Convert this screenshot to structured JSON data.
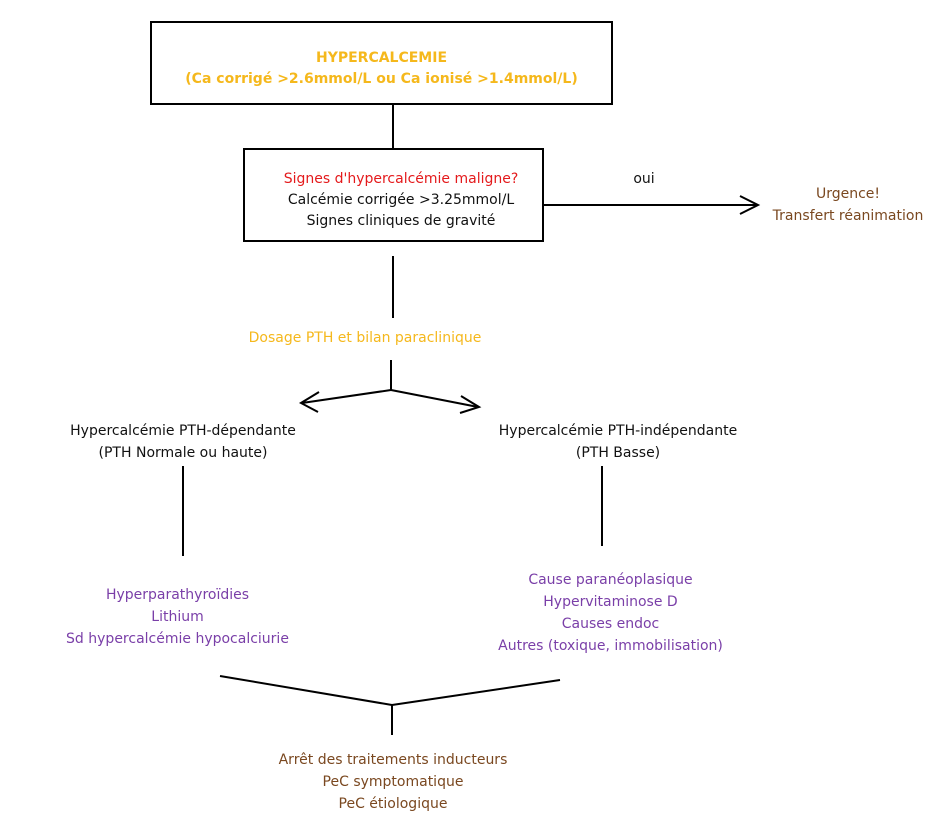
{
  "colors": {
    "heading": "#f5b81c",
    "warning": "#e41a1c",
    "text": "#111111",
    "action": "#7a4820",
    "causes": "#7a3fa8",
    "lines": "#000000"
  },
  "top_box": {
    "title": "HYPERCALCEMIE",
    "subtitle": "(Ca corrigé >2.6mmol/L ou Ca ionisé >1.4mmol/L)"
  },
  "severity_box": {
    "question": "Signes d'hypercalcémie maligne?",
    "criterion_1": "Calcémie corrigée >3.25mmol/L",
    "criterion_2": "Signes cliniques de gravité"
  },
  "yes_branch": {
    "label": "oui",
    "line_1": "Urgence!",
    "line_2": "Transfert réanimation"
  },
  "workup": "Dosage PTH et bilan paraclinique",
  "pth_dependent": {
    "title": "Hypercalcémie PTH-dépendante",
    "detail": "(PTH Normale ou haute)",
    "causes": [
      "Hyperparathyroïdies",
      "Lithium",
      "Sd hypercalcémie hypocalciurie"
    ]
  },
  "pth_independent": {
    "title": "Hypercalcémie PTH-indépendante",
    "detail": "(PTH Basse)",
    "causes": [
      "Cause paranéoplasique",
      "Hypervitaminose D",
      "Causes endoc",
      "Autres (toxique, immobilisation)"
    ]
  },
  "management": [
    "Arrêt des traitements inducteurs",
    "PeC symptomatique",
    "PeC étiologique"
  ]
}
